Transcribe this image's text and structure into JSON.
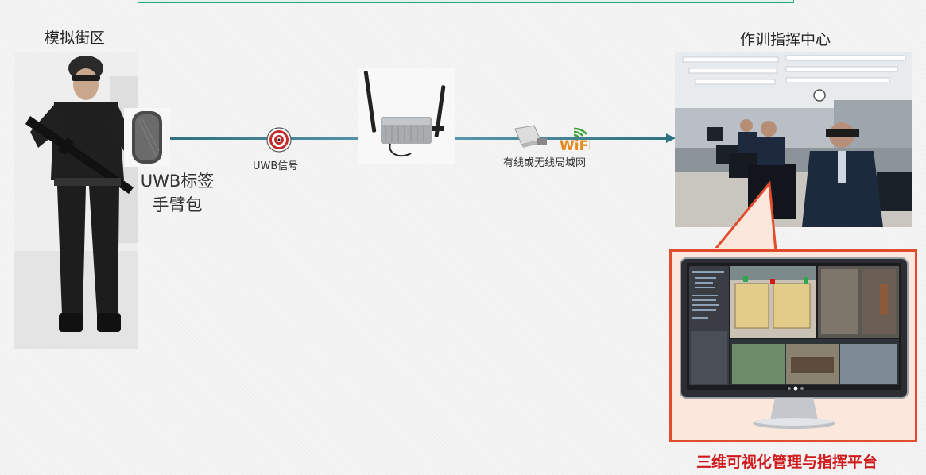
{
  "labels": {
    "street": "模拟街区",
    "command_center": "作训指挥中心",
    "tag_line1": "UWB标签",
    "tag_line2": "手臂包",
    "uwb_signal": "UWB信号",
    "network": "有线或无线局域网",
    "platform": "三维可视化管理与指挥平台"
  },
  "icons": {
    "wifi_text": "WiFi"
  },
  "colors": {
    "flow_line": "#3d7e96",
    "callout_border": "#e14c2c",
    "platform_text": "#d0191b",
    "banner_border": "#2ea77e"
  }
}
